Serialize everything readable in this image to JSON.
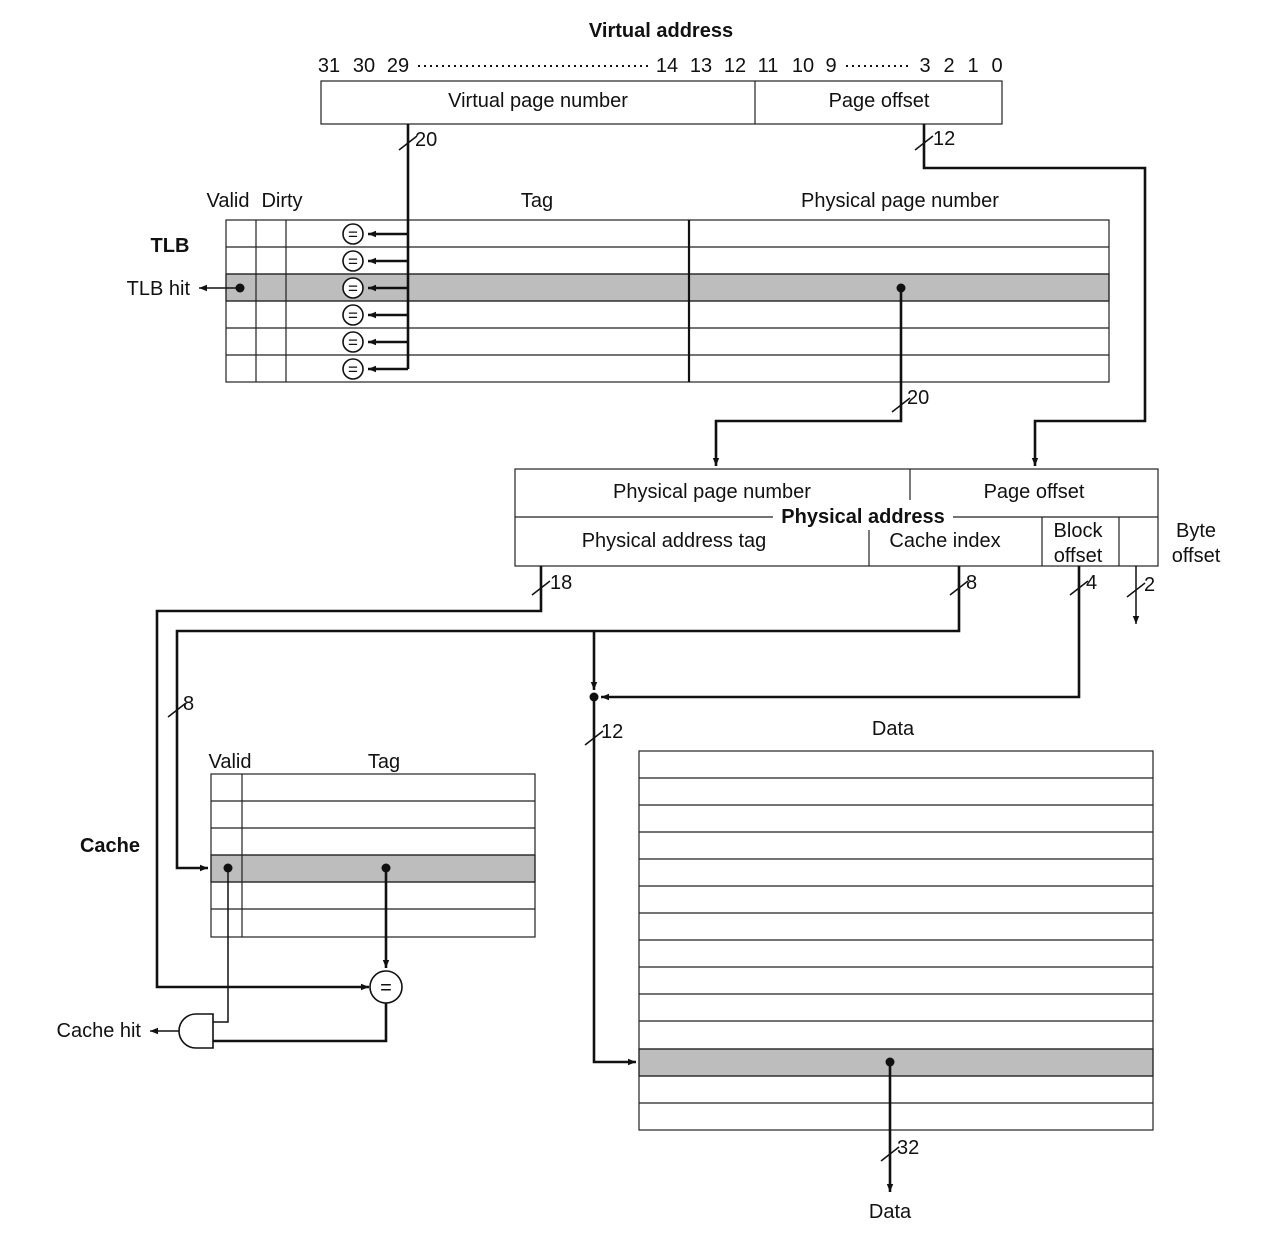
{
  "virtual_address": {
    "title": "Virtual address",
    "bit_labels": {
      "b31": "31",
      "b30": "30",
      "b29": "29",
      "b14": "14",
      "b13": "13",
      "b12": "12",
      "b11": "11",
      "b10": "10",
      "b9": "9",
      "b3": "3",
      "b2": "2",
      "b1": "1",
      "b0": "0"
    },
    "vpn_label": "Virtual page number",
    "offset_label": "Page offset"
  },
  "tlb": {
    "name": "TLB",
    "col_valid": "Valid",
    "col_dirty": "Dirty",
    "col_tag": "Tag",
    "col_ppn": "Physical page number",
    "hit_label": "TLB hit",
    "comparator_symbol": "="
  },
  "physical_address": {
    "title": "Physical address",
    "ppn_label": "Physical page number",
    "offset_label": "Page offset",
    "tag_label": "Physical address tag",
    "index_label": "Cache index",
    "block_offset_label_line1": "Block",
    "block_offset_label_line2": "offset",
    "byte_offset_label_line1": "Byte",
    "byte_offset_label_line2": "offset"
  },
  "cache": {
    "name": "Cache",
    "col_valid": "Valid",
    "col_tag": "Tag",
    "hit_label": "Cache hit",
    "comparator_symbol": "="
  },
  "data_array": {
    "title": "Data",
    "output_label": "Data"
  },
  "bus_widths": {
    "vpn": "20",
    "va_offset": "12",
    "tlb_ppn": "20",
    "pa_tag": "18",
    "pa_index": "8",
    "pa_block_offset": "4",
    "pa_byte_offset": "2",
    "cache_index": "8",
    "data_index": "12",
    "data_out": "32"
  }
}
